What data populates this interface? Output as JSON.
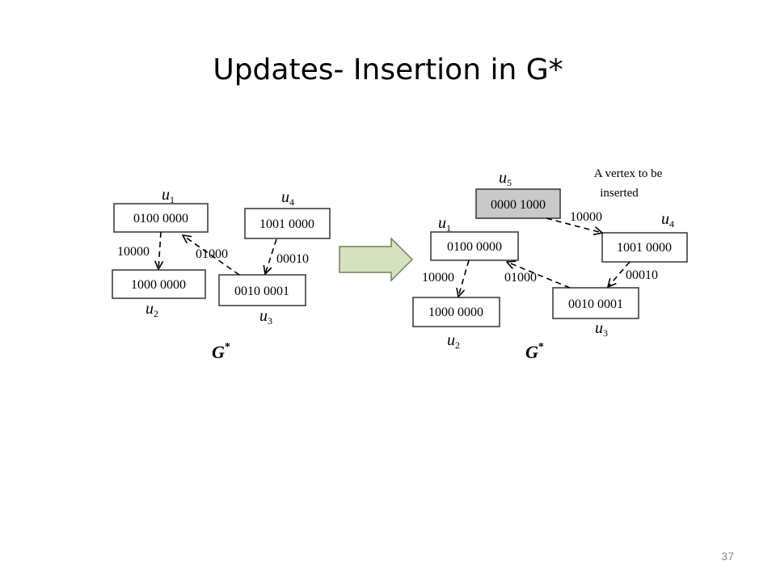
{
  "slide": {
    "title": "Updates- Insertion in G*",
    "page_number": "37"
  },
  "left_graph": {
    "nodes": {
      "u1": {
        "code": "0100 0000",
        "label": "u",
        "sub": "1"
      },
      "u2": {
        "code": "1000 0000",
        "label": "u",
        "sub": "2"
      },
      "u3": {
        "code": "0010 0001",
        "label": "u",
        "sub": "3"
      },
      "u4": {
        "code": "1001 0000",
        "label": "u",
        "sub": "4"
      }
    },
    "edges": {
      "u1_u2": "10000",
      "u3_u1": "01000",
      "u4_u3": "00010"
    },
    "caption": {
      "main": "G",
      "sup": "*"
    }
  },
  "right_graph": {
    "nodes": {
      "u1": {
        "code": "0100 0000",
        "label": "u",
        "sub": "1"
      },
      "u2": {
        "code": "1000 0000",
        "label": "u",
        "sub": "2"
      },
      "u3": {
        "code": "0010 0001",
        "label": "u",
        "sub": "3"
      },
      "u4": {
        "code": "1001 0000",
        "label": "u",
        "sub": "4"
      },
      "u5": {
        "code": "0000 1000",
        "label": "u",
        "sub": "5"
      }
    },
    "edges": {
      "u5_u4": "10000",
      "u1_u2": "10000",
      "u3_u1": "01000",
      "u4_u3": "00010"
    },
    "note": {
      "line1": "A vertex to be",
      "line2": "inserted"
    },
    "caption": {
      "main": "G",
      "sup": "*"
    }
  },
  "colors": {
    "inserted_vertex_fill": "#c9c9c9",
    "transition_arrow_fill": "#d6e1c0"
  }
}
